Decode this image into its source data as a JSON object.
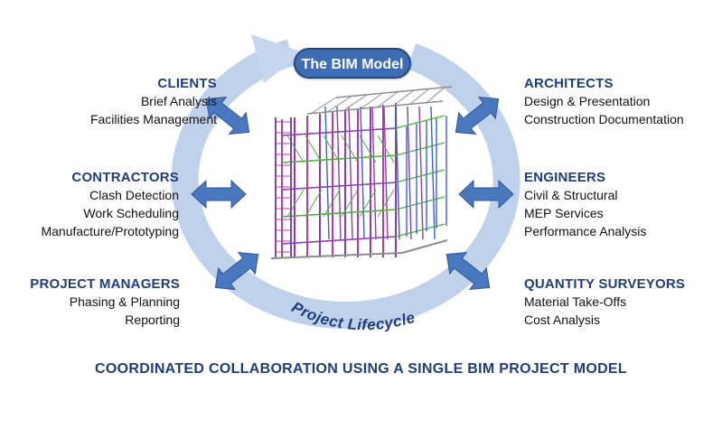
{
  "model_label": "The BIM Model",
  "lifecycle_label": "Project Lifecycle",
  "footer": "COORDINATED COLLABORATION USING A SINGLE BIM PROJECT MODEL",
  "groups": {
    "clients": {
      "heading": "CLIENTS",
      "items": [
        "Brief Analysis",
        "Facilities Management"
      ]
    },
    "contractors": {
      "heading": "CONTRACTORS",
      "items": [
        "Clash Detection",
        "Work Scheduling",
        "Manufacture/Prototyping"
      ]
    },
    "project_managers": {
      "heading": "PROJECT MANAGERS",
      "items": [
        "Phasing & Planning",
        "Reporting"
      ]
    },
    "architects": {
      "heading": "ARCHITECTS",
      "items": [
        "Design & Presentation",
        "Construction Documentation"
      ]
    },
    "engineers": {
      "heading": "ENGINEERS",
      "items": [
        "Civil & Structural",
        "MEP Services",
        "Performance Analysis"
      ]
    },
    "quantity_surveyors": {
      "heading": "QUANTITY SURVEYORS",
      "items": [
        "Material Take-Offs",
        "Cost Analysis"
      ]
    }
  },
  "colors": {
    "cycle": "#c6d6ee",
    "cycle_edge": "#a9bfe2",
    "arrow": "#4a78bf",
    "arrow_edge": "#2f5496",
    "heading": "#1f3d7a",
    "pill": "#3f6db3"
  },
  "icons": {
    "double_arrow": "double-arrow-icon",
    "building_model": "bim-structure-model"
  }
}
